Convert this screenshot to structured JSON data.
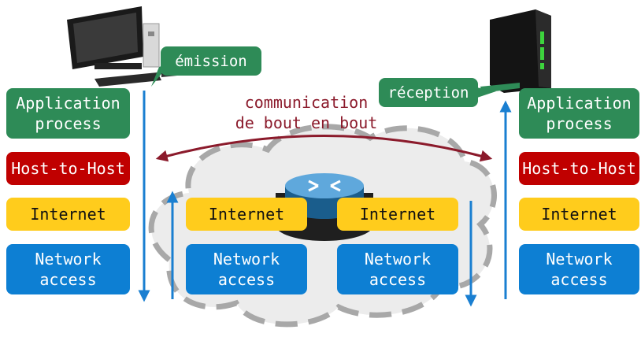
{
  "left_stack": {
    "application": "Application\nprocess",
    "host_to_host": "Host-to-Host",
    "internet": "Internet",
    "network_access": "Network\naccess"
  },
  "right_stack": {
    "application": "Application\nprocess",
    "host_to_host": "Host-to-Host",
    "internet": "Internet",
    "network_access": "Network\naccess"
  },
  "router": {
    "left_internet": "Internet",
    "right_internet": "Internet",
    "left_network": "Network\naccess",
    "right_network": "Network\naccess"
  },
  "labels": {
    "emission": "émission",
    "reception": "réception",
    "end_to_end": "communication\nde bout en bout"
  },
  "colors": {
    "application": "#2e8b57",
    "host_to_host": "#c00000",
    "internet": "#ffcc1c",
    "network_access": "#0d7fd3",
    "arrow_blue": "#1a7fd1",
    "arrow_dark_red": "#8b1a2b",
    "cloud": "#ececec"
  },
  "icons": {
    "sender": "desktop-computer-icon",
    "receiver": "server-tower-icon",
    "router": "router-icon"
  }
}
